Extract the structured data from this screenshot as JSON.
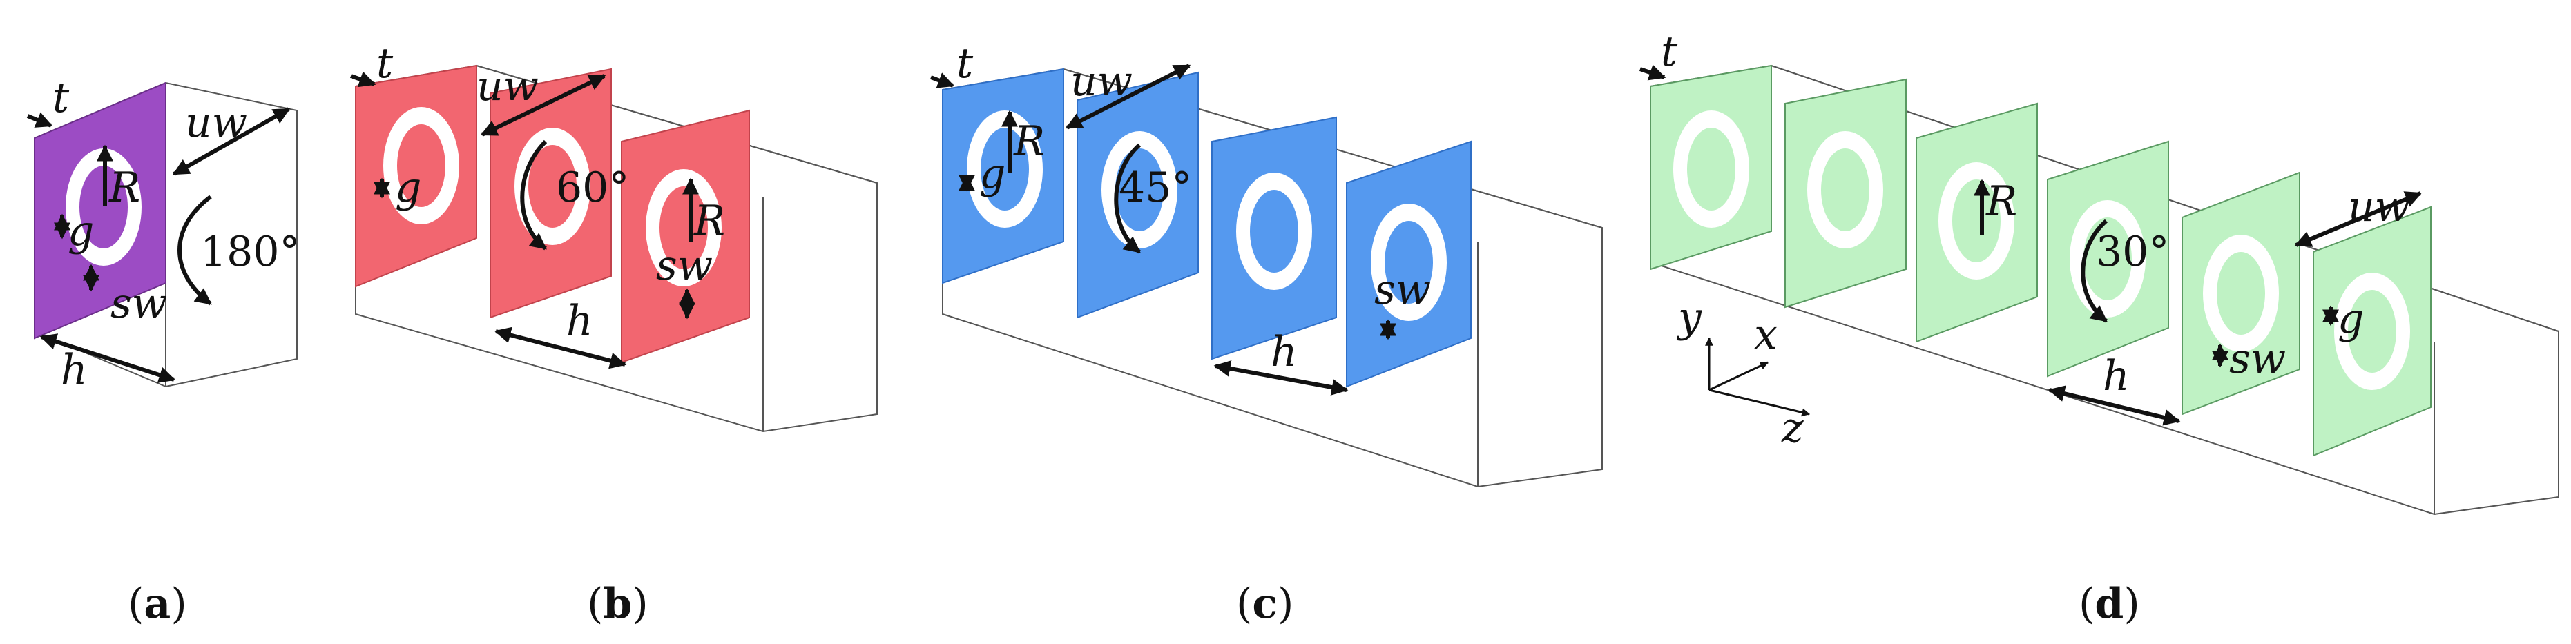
{
  "colors": {
    "a": "#9c4cc4",
    "b": "#f26670",
    "c": "#5599ef",
    "d": "#bff2c4"
  },
  "panels": [
    {
      "caption": "a",
      "labels": {
        "t": "t",
        "uw": "uw",
        "R": "R",
        "g": "g",
        "sw": "sw",
        "h": "h",
        "angle": "180°"
      }
    },
    {
      "caption": "b",
      "labels": {
        "t": "t",
        "uw": "uw",
        "g": "g",
        "angle": "60°",
        "R": "R",
        "sw": "sw",
        "h": "h"
      }
    },
    {
      "caption": "c",
      "labels": {
        "t": "t",
        "uw": "uw",
        "R": "R",
        "g": "g",
        "angle": "45°",
        "sw": "sw",
        "h": "h"
      }
    },
    {
      "caption": "d",
      "labels": {
        "t": "t",
        "R": "R",
        "angle": "30°",
        "uw": "uw",
        "g": "g",
        "sw": "sw",
        "h": "h"
      }
    }
  ],
  "axes": {
    "y": "y",
    "x": "x",
    "z": "z"
  }
}
